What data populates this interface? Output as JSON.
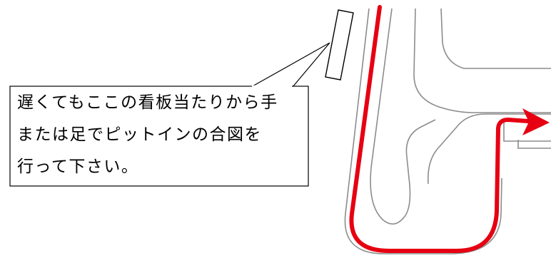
{
  "callout": {
    "lines": [
      "遅くてもここの看板当たりから手",
      "または足でピットインの合図を",
      "行って下さい。"
    ]
  },
  "colors": {
    "track_edge": "#8c8c8c",
    "racing_line": "#e60012",
    "callout_border": "#000000",
    "background": "#ffffff"
  }
}
